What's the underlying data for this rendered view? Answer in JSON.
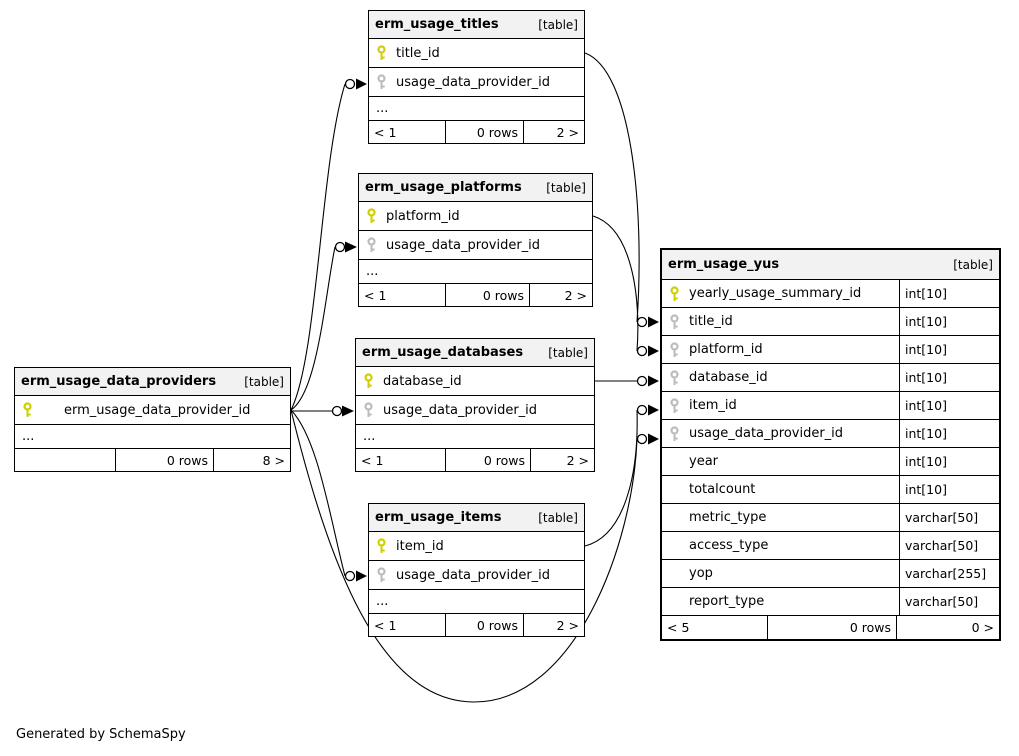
{
  "note": "Generated by SchemaSpy",
  "colors": {
    "header_bg": "#f2f2f2",
    "border": "#000000",
    "primary_key": "#cfcf00",
    "foreign_key": "#bcbcbc"
  },
  "tables": {
    "titles": {
      "name": "erm_usage_titles",
      "tag": "[table]",
      "columns": [
        {
          "name": "title_id"
        },
        {
          "name": "usage_data_provider_id"
        }
      ],
      "ellipsis": "...",
      "footer": {
        "left": "< 1",
        "rows": "0 rows",
        "right": "2 >"
      }
    },
    "platforms": {
      "name": "erm_usage_platforms",
      "tag": "[table]",
      "columns": [
        {
          "name": "platform_id"
        },
        {
          "name": "usage_data_provider_id"
        }
      ],
      "ellipsis": "...",
      "footer": {
        "left": "< 1",
        "rows": "0 rows",
        "right": "2 >"
      }
    },
    "databases": {
      "name": "erm_usage_databases",
      "tag": "[table]",
      "columns": [
        {
          "name": "database_id"
        },
        {
          "name": "usage_data_provider_id"
        }
      ],
      "ellipsis": "...",
      "footer": {
        "left": "< 1",
        "rows": "0 rows",
        "right": "2 >"
      }
    },
    "providers": {
      "name": "erm_usage_data_providers",
      "tag": "[table]",
      "columns": [
        {
          "name": "erm_usage_data_provider_id"
        }
      ],
      "ellipsis": "...",
      "footer": {
        "left": "",
        "rows": "0 rows",
        "right": "8 >"
      }
    },
    "items": {
      "name": "erm_usage_items",
      "tag": "[table]",
      "columns": [
        {
          "name": "item_id"
        },
        {
          "name": "usage_data_provider_id"
        }
      ],
      "ellipsis": "...",
      "footer": {
        "left": "< 1",
        "rows": "0 rows",
        "right": "2 >"
      }
    },
    "yus": {
      "name": "erm_usage_yus",
      "tag": "[table]",
      "columns": [
        {
          "name": "yearly_usage_summary_id",
          "type": "int[10]"
        },
        {
          "name": "title_id",
          "type": "int[10]"
        },
        {
          "name": "platform_id",
          "type": "int[10]"
        },
        {
          "name": "database_id",
          "type": "int[10]"
        },
        {
          "name": "item_id",
          "type": "int[10]"
        },
        {
          "name": "usage_data_provider_id",
          "type": "int[10]"
        },
        {
          "name": "year",
          "type": "int[10]"
        },
        {
          "name": "totalcount",
          "type": "int[10]"
        },
        {
          "name": "metric_type",
          "type": "varchar[50]"
        },
        {
          "name": "access_type",
          "type": "varchar[50]"
        },
        {
          "name": "yop",
          "type": "varchar[255]"
        },
        {
          "name": "report_type",
          "type": "varchar[50]"
        }
      ],
      "footer": {
        "left": "< 5",
        "rows": "0 rows",
        "right": "0 >"
      }
    }
  },
  "relationships": [
    {
      "from": "erm_usage_data_providers.erm_usage_data_provider_id",
      "to": "erm_usage_titles.usage_data_provider_id"
    },
    {
      "from": "erm_usage_data_providers.erm_usage_data_provider_id",
      "to": "erm_usage_platforms.usage_data_provider_id"
    },
    {
      "from": "erm_usage_data_providers.erm_usage_data_provider_id",
      "to": "erm_usage_databases.usage_data_provider_id"
    },
    {
      "from": "erm_usage_data_providers.erm_usage_data_provider_id",
      "to": "erm_usage_items.usage_data_provider_id"
    },
    {
      "from": "erm_usage_data_providers.erm_usage_data_provider_id",
      "to": "erm_usage_yus.usage_data_provider_id"
    },
    {
      "from": "erm_usage_titles.title_id",
      "to": "erm_usage_yus.title_id"
    },
    {
      "from": "erm_usage_platforms.platform_id",
      "to": "erm_usage_yus.platform_id"
    },
    {
      "from": "erm_usage_databases.database_id",
      "to": "erm_usage_yus.database_id"
    },
    {
      "from": "erm_usage_items.item_id",
      "to": "erm_usage_yus.item_id"
    }
  ]
}
